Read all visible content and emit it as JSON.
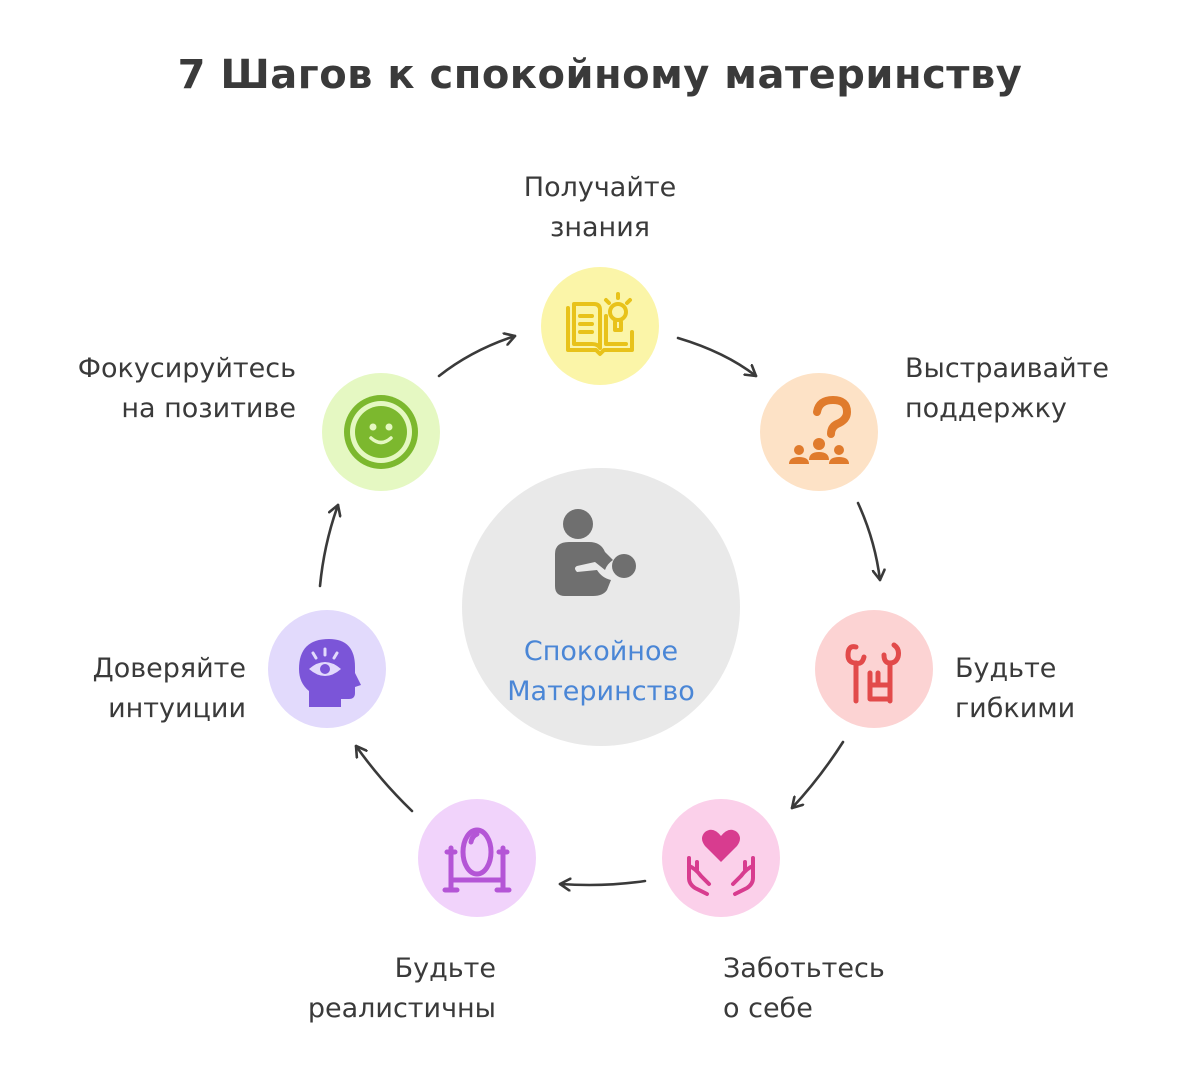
{
  "title": "7 Шагов к спокойному материнству",
  "center": {
    "line1": "Спокойное",
    "line2": "Материнство",
    "icon": "mother-holding-baby-icon",
    "color": "#4a86d6"
  },
  "steps": [
    {
      "line1": "Получайте",
      "line2": "знания",
      "icon": "book-lightbulb-icon",
      "color": "#e8c21a",
      "bg": "#fbf5a8"
    },
    {
      "line1": "Выстраивайте",
      "line2": "поддержку",
      "icon": "question-group-icon",
      "color": "#e07b2c",
      "bg": "#fde2c6"
    },
    {
      "line1": "Будьте",
      "line2": "гибкими",
      "icon": "flexible-figure-icon",
      "color": "#e24a4a",
      "bg": "#fcd3d3"
    },
    {
      "line1": "Заботьтесь",
      "line2": "о себе",
      "icon": "heart-hands-icon",
      "color": "#d83c8f",
      "bg": "#fbd0ea"
    },
    {
      "line1": "Будьте",
      "line2": "реалистичны",
      "icon": "mirror-icon",
      "color": "#b455d6",
      "bg": "#f1d3fb"
    },
    {
      "line1": "Доверяйте",
      "line2": "интуиции",
      "icon": "head-eye-icon",
      "color": "#7b55d8",
      "bg": "#e2dafc"
    },
    {
      "line1": "Фокусируйтесь",
      "line2": "на позитиве",
      "icon": "smiley-icon",
      "color": "#7cb82e",
      "bg": "#e5f8c2"
    }
  ]
}
